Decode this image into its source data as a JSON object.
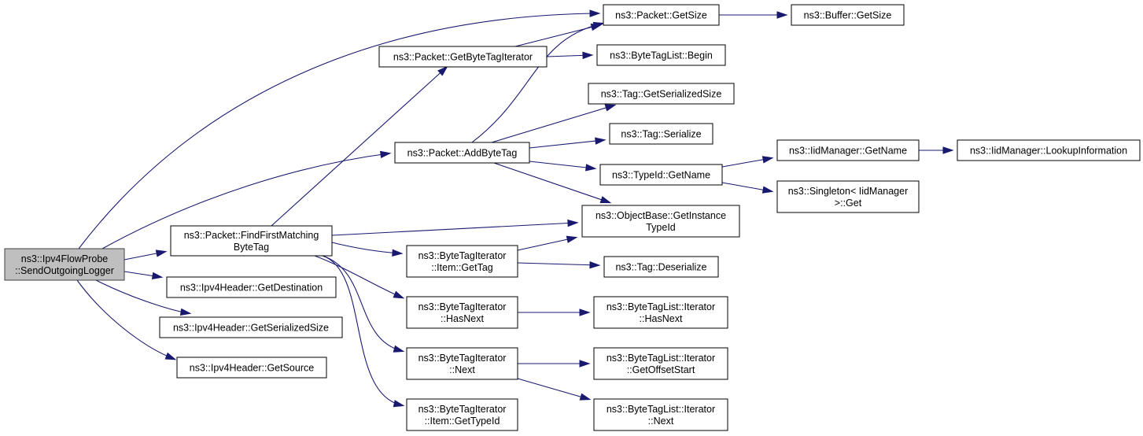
{
  "title": "Call graph for ns3::Ipv4FlowProbe::SendOutgoingLogger",
  "colors": {
    "edge": "#191970",
    "root_fill": "#bfbfbf",
    "node_fill": "#ffffff",
    "node_border": "#000000"
  },
  "nodes": [
    {
      "id": "root",
      "lines": [
        "ns3::Ipv4FlowProbe",
        "::SendOutgoingLogger"
      ],
      "root": true
    },
    {
      "id": "findFirst",
      "lines": [
        "ns3::Packet::FindFirstMatching",
        "ByteTag"
      ]
    },
    {
      "id": "getDest",
      "lines": [
        "ns3::Ipv4Header::GetDestination"
      ]
    },
    {
      "id": "getSerSizeHdr",
      "lines": [
        "ns3::Ipv4Header::GetSerializedSize"
      ]
    },
    {
      "id": "getSource",
      "lines": [
        "ns3::Ipv4Header::GetSource"
      ]
    },
    {
      "id": "getBTI",
      "lines": [
        "ns3::Packet::GetByteTagIterator"
      ]
    },
    {
      "id": "addByteTag",
      "lines": [
        "ns3::Packet::AddByteTag"
      ]
    },
    {
      "id": "itemGetTag",
      "lines": [
        "ns3::ByteTagIterator",
        "::Item::GetTag"
      ]
    },
    {
      "id": "btiHasNext",
      "lines": [
        "ns3::ByteTagIterator",
        "::HasNext"
      ]
    },
    {
      "id": "btiNext",
      "lines": [
        "ns3::ByteTagIterator",
        "::Next"
      ]
    },
    {
      "id": "itemGetTypeId",
      "lines": [
        "ns3::ByteTagIterator",
        "::Item::GetTypeId"
      ]
    },
    {
      "id": "pktGetSize",
      "lines": [
        "ns3::Packet::GetSize"
      ]
    },
    {
      "id": "btlBegin",
      "lines": [
        "ns3::ByteTagList::Begin"
      ]
    },
    {
      "id": "tagGetSerSize",
      "lines": [
        "ns3::Tag::GetSerializedSize"
      ]
    },
    {
      "id": "tagSerialize",
      "lines": [
        "ns3::Tag::Serialize"
      ]
    },
    {
      "id": "typeIdGetName",
      "lines": [
        "ns3::TypeId::GetName"
      ]
    },
    {
      "id": "objGetInstTypeId",
      "lines": [
        "ns3::ObjectBase::GetInstance",
        "TypeId"
      ]
    },
    {
      "id": "tagDeserialize",
      "lines": [
        "ns3::Tag::Deserialize"
      ]
    },
    {
      "id": "btliHasNext",
      "lines": [
        "ns3::ByteTagList::Iterator",
        "::HasNext"
      ]
    },
    {
      "id": "btliGetOffsetStart",
      "lines": [
        "ns3::ByteTagList::Iterator",
        "::GetOffsetStart"
      ]
    },
    {
      "id": "btliNext",
      "lines": [
        "ns3::ByteTagList::Iterator",
        "::Next"
      ]
    },
    {
      "id": "bufGetSize",
      "lines": [
        "ns3::Buffer::GetSize"
      ]
    },
    {
      "id": "iidGetName",
      "lines": [
        "ns3::IidManager::GetName"
      ]
    },
    {
      "id": "singletonGet",
      "lines": [
        "ns3::Singleton< IidManager",
        ">::Get"
      ]
    },
    {
      "id": "iidLookup",
      "lines": [
        "ns3::IidManager::LookupInformation"
      ]
    }
  ],
  "edges": [
    {
      "from": "root",
      "to": "pktGetSize"
    },
    {
      "from": "root",
      "to": "addByteTag"
    },
    {
      "from": "root",
      "to": "findFirst"
    },
    {
      "from": "root",
      "to": "getDest"
    },
    {
      "from": "root",
      "to": "getSerSizeHdr"
    },
    {
      "from": "root",
      "to": "getSource"
    },
    {
      "from": "findFirst",
      "to": "getBTI"
    },
    {
      "from": "findFirst",
      "to": "objGetInstTypeId"
    },
    {
      "from": "findFirst",
      "to": "itemGetTag"
    },
    {
      "from": "findFirst",
      "to": "btiHasNext"
    },
    {
      "from": "findFirst",
      "to": "btiNext"
    },
    {
      "from": "findFirst",
      "to": "itemGetTypeId"
    },
    {
      "from": "getBTI",
      "to": "pktGetSize"
    },
    {
      "from": "getBTI",
      "to": "btlBegin"
    },
    {
      "from": "addByteTag",
      "to": "pktGetSize"
    },
    {
      "from": "addByteTag",
      "to": "tagGetSerSize"
    },
    {
      "from": "addByteTag",
      "to": "tagSerialize"
    },
    {
      "from": "addByteTag",
      "to": "typeIdGetName"
    },
    {
      "from": "addByteTag",
      "to": "objGetInstTypeId"
    },
    {
      "from": "itemGetTag",
      "to": "objGetInstTypeId"
    },
    {
      "from": "itemGetTag",
      "to": "tagDeserialize"
    },
    {
      "from": "btiHasNext",
      "to": "btliHasNext"
    },
    {
      "from": "btiNext",
      "to": "btliGetOffsetStart"
    },
    {
      "from": "btiNext",
      "to": "btliNext"
    },
    {
      "from": "pktGetSize",
      "to": "bufGetSize"
    },
    {
      "from": "typeIdGetName",
      "to": "iidGetName"
    },
    {
      "from": "typeIdGetName",
      "to": "singletonGet"
    },
    {
      "from": "iidGetName",
      "to": "iidLookup"
    }
  ]
}
